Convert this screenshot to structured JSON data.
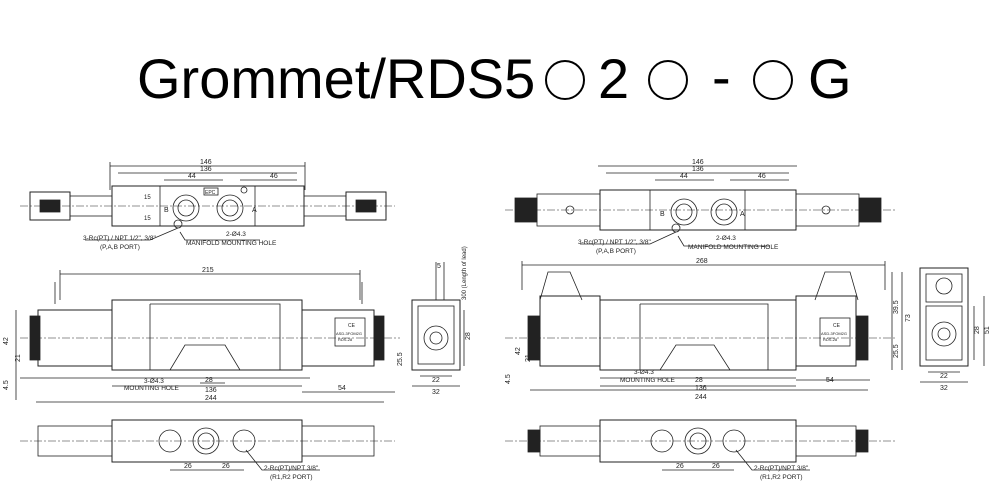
{
  "title": {
    "prefix": "Grommet/RDS5",
    "mid1": "2",
    "mid2": "-",
    "suffix": "G",
    "circle_glyph": "○"
  },
  "left": {
    "top_view": {
      "dim_146": "146",
      "dim_136": "136",
      "dim_44": "44",
      "dim_46": "46",
      "dim_15a": "15",
      "dim_15b": "15",
      "badge": "EPC",
      "port_a": "A",
      "port_b": "B",
      "note_ports_1": "3-Rc(PT) / NPT 1/2\", 3/8\"",
      "note_ports_2": "(P,A,B PORT)",
      "note_hole_1": "2-Ø4.3",
      "note_hole_2": "MANIFOLD MOUNTING HOLE"
    },
    "front_view": {
      "dim_215": "215",
      "dim_42": "42",
      "dim_21": "21",
      "dim_45": "4.5",
      "dim_28": "28",
      "dim_136": "136",
      "dim_54": "54",
      "dim_244": "244",
      "note_hole_1": "3-Ø4.3",
      "note_hole_2": "MOUNTING HOLE",
      "label_1": "ASD-3FOM2G",
      "label_2": "RDS-28",
      "label_3": "CE"
    },
    "side_view": {
      "dim_5": "5",
      "dim_lead": "300 (Length of lead)",
      "dim_28": "28",
      "dim_255": "25.5",
      "dim_22": "22",
      "dim_32": "32"
    },
    "bottom_view": {
      "dim_26a": "26",
      "dim_26b": "26",
      "note_ports_1": "2-Rc(PT)/NPT 3/8\"",
      "note_ports_2": "(R1,R2 PORT)"
    }
  },
  "right": {
    "top_view": {
      "dim_146": "146",
      "dim_136": "136",
      "dim_44": "44",
      "dim_46": "46",
      "port_a": "A",
      "port_b": "B",
      "note_ports_1": "3-Rc(PT) / NPT 1/2\", 3/8\"",
      "note_ports_2": "(P,A,B PORT)",
      "note_hole_1": "2-Ø4.3",
      "note_hole_2": "MANIFOLD MOUNTING HOLE"
    },
    "front_view": {
      "dim_268": "268",
      "dim_42": "42",
      "dim_21": "21",
      "dim_45": "4.5",
      "dim_28": "28",
      "dim_136": "136",
      "dim_54": "54",
      "dim_244": "244",
      "dim_395": "39.5",
      "dim_255": "25.5",
      "dim_73": "73",
      "note_hole_1": "3-Ø4.3",
      "note_hole_2": "MOUNTING HOLE",
      "label_1": "ASD-3FOM2G",
      "label_2": "RDS-28",
      "label_3": "CE"
    },
    "side_view": {
      "dim_28": "28",
      "dim_51": "51",
      "dim_22": "22",
      "dim_32": "32"
    },
    "bottom_view": {
      "dim_26a": "26",
      "dim_26b": "26",
      "note_ports_1": "2-Rc(PT)/NPT 3/8\"",
      "note_ports_2": "(R1,R2 PORT)"
    }
  }
}
